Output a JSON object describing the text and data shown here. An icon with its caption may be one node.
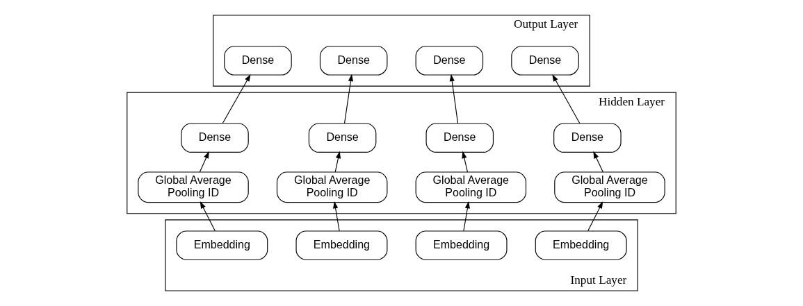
{
  "diagram": {
    "nodes": [
      {
        "text": [
          "Output Layer"
        ]
      },
      {
        "text": [
          "Dense"
        ],
        "in": 0
      },
      {
        "text": [
          "Dense"
        ],
        "in": 0
      },
      {
        "text": [
          "Dense"
        ],
        "in": 0
      },
      {
        "text": [
          "Dense"
        ],
        "in": 0
      },
      {
        "text": [
          "Hidden Layer"
        ]
      },
      {
        "text": [
          "Dense"
        ],
        "in": 5
      },
      {
        "text": [
          "Dense"
        ],
        "in": 5
      },
      {
        "text": [
          "Dense"
        ],
        "in": 5
      },
      {
        "text": [
          "Dense"
        ],
        "in": 5
      },
      {
        "text": [
          "Global Average Pooling ID"
        ],
        "in": 5
      },
      {
        "text": [
          "Global Average Pooling ID"
        ],
        "in": 5
      },
      {
        "text": [
          "Global Average Pooling ID"
        ],
        "in": 5
      },
      {
        "text": [
          "Global Average Pooling ID"
        ],
        "in": 5
      },
      {
        "text": [
          "Input Layer"
        ]
      },
      {
        "text": [
          "Embedding"
        ],
        "in": 14
      },
      {
        "text": [
          "Embedding"
        ],
        "in": 14
      },
      {
        "text": [
          "Embedding"
        ],
        "in": 14
      },
      {
        "text": [
          "Embedding"
        ],
        "in": 14
      }
    ],
    "edges": [
      {
        "from": 15,
        "to": 10,
        "arrow": "to"
      },
      {
        "from": 16,
        "to": 11,
        "arrow": "to"
      },
      {
        "from": 17,
        "to": 12,
        "arrow": "to"
      },
      {
        "from": 18,
        "to": 13,
        "arrow": "to"
      },
      {
        "from": 10,
        "to": 6,
        "arrow": "to"
      },
      {
        "from": 11,
        "to": 7,
        "arrow": "to"
      },
      {
        "from": 12,
        "to": 8,
        "arrow": "to"
      },
      {
        "from": 13,
        "to": 9,
        "arrow": "to"
      },
      {
        "from": 6,
        "to": 1,
        "arrow": "to"
      },
      {
        "from": 7,
        "to": 2,
        "arrow": "to"
      },
      {
        "from": 8,
        "to": 3,
        "arrow": "to"
      },
      {
        "from": 9,
        "to": 4,
        "arrow": "to"
      }
    ]
  }
}
